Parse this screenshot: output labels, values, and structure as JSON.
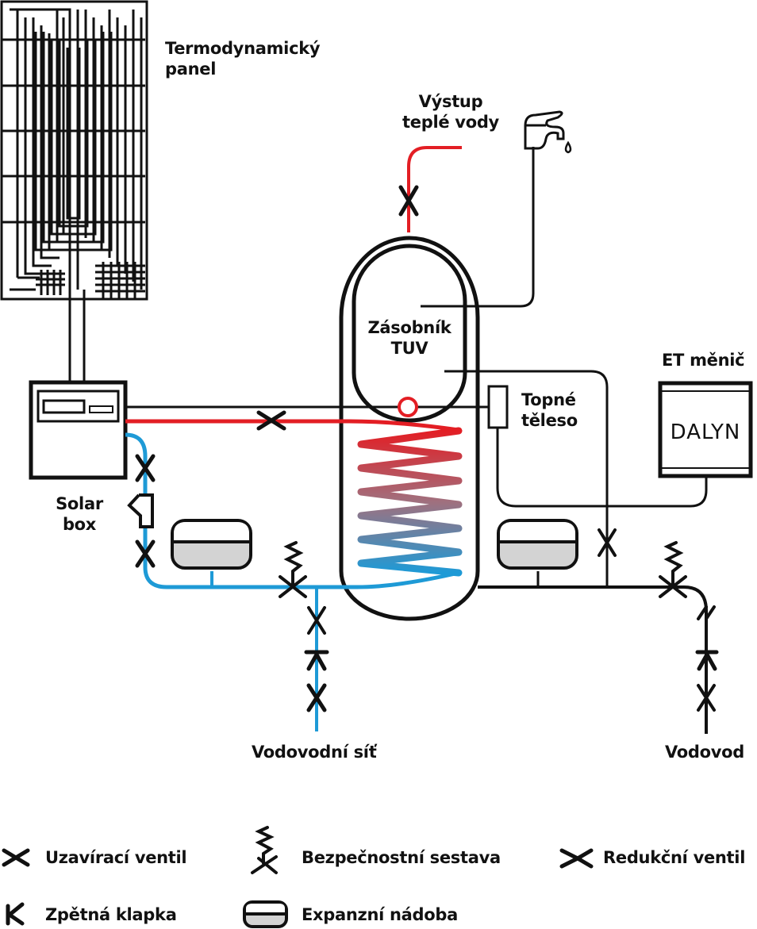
{
  "diagram": {
    "title": "Solar thermodynamic hot water system",
    "labels": {
      "panel": [
        "Termodynamický",
        "panel"
      ],
      "hot_outlet": [
        "Výstup",
        "teplé vody"
      ],
      "tank": [
        "Zásobník",
        "TUV"
      ],
      "heater": [
        "Topné",
        "těleso"
      ],
      "inverter": "ET měnič",
      "inverter_brand": "DALYN",
      "solar_box": [
        "Solar",
        "box"
      ],
      "water_network": "Vodovodní síť",
      "water_main": "Vodovod"
    },
    "colors": {
      "hot_pipe": "#e31e24",
      "cold_pipe": "#1e9ad6",
      "line": "#111111",
      "vessel_fill": "#d3d3d3"
    }
  },
  "legend": {
    "items": [
      {
        "symbol": "shutoff-valve",
        "label": "Uzavírací ventil"
      },
      {
        "symbol": "safety-assembly",
        "label": "Bezpečnostní sestava"
      },
      {
        "symbol": "reducing-valve",
        "label": "Redukční ventil"
      },
      {
        "symbol": "check-valve",
        "label": "Zpětná klapka"
      },
      {
        "symbol": "expansion-vessel",
        "label": "Expanzní nádoba"
      }
    ]
  }
}
